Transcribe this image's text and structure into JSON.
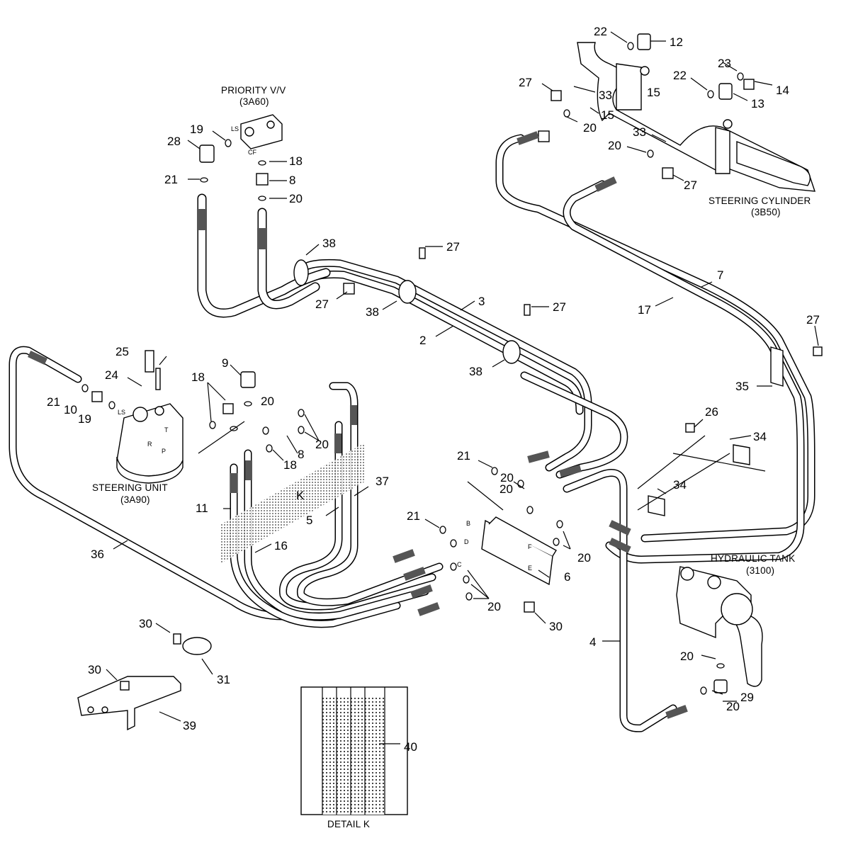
{
  "labels": {
    "priority_valve": [
      "PRIORITY V/V",
      "(3A60)"
    ],
    "steering_cylinder": [
      "STEERING CYLINDER",
      "(3B50)"
    ],
    "steering_unit": [
      "STEERING UNIT",
      "(3A90)"
    ],
    "hydraulic_tank": [
      "HYDRAULIC TANK",
      "(3100)"
    ],
    "detail": "DETAIL K",
    "section_k": "K"
  },
  "port_letters": [
    "LS",
    "CF",
    "LS",
    "T",
    "R",
    "P",
    "B",
    "D",
    "C",
    "F",
    "E"
  ],
  "callouts": [
    "22",
    "12",
    "23",
    "14",
    "22",
    "13",
    "27",
    "33",
    "15",
    "15",
    "20",
    "33",
    "20",
    "27",
    "19",
    "28",
    "18",
    "21",
    "8",
    "20",
    "38",
    "27",
    "27",
    "38",
    "3",
    "2",
    "27",
    "38",
    "7",
    "17",
    "27",
    "35",
    "25",
    "24",
    "9",
    "18",
    "21",
    "10",
    "19",
    "20",
    "20",
    "8",
    "18",
    "26",
    "34",
    "21",
    "20",
    "34",
    "11",
    "37",
    "5",
    "16",
    "36",
    "21",
    "20",
    "20",
    "6",
    "20",
    "30",
    "4",
    "30",
    "31",
    "30",
    "39",
    "20",
    "29",
    "20",
    "40"
  ]
}
